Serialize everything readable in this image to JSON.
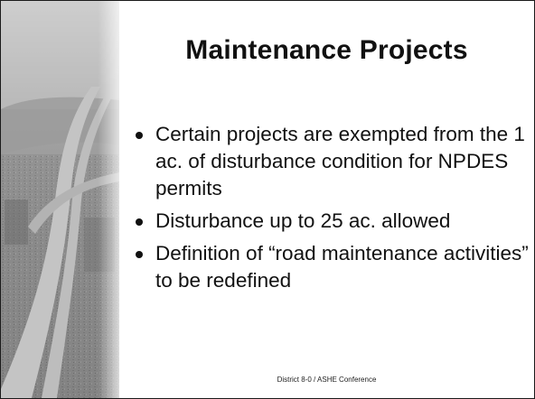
{
  "slide": {
    "title": "Maintenance Projects",
    "bullets": [
      {
        "text": "Certain projects are exempted from the 1 ac. of disturbance condition for NPDES permits"
      },
      {
        "text": "Disturbance up to 25 ac. allowed"
      },
      {
        "text": "Definition of “road maintenance activities” to be redefined"
      }
    ],
    "footer": "District 8-0 / ASHE Conference"
  },
  "colors": {
    "text": "#111111",
    "background": "#ffffff",
    "border": "#1a1a1a",
    "photo_tone": "#9a9a9a"
  }
}
